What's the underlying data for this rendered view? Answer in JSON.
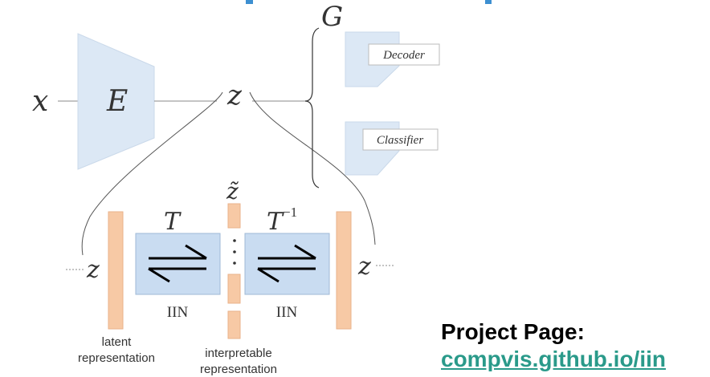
{
  "symbols": {
    "x": "x",
    "E": "E",
    "z_top": "z",
    "G": "G",
    "z_tilde": "z̃",
    "T": "T",
    "T_inv_base": "T",
    "T_inv_sup": "−1",
    "z_left": "z",
    "z_right": "z"
  },
  "labels": {
    "decoder": "Decoder",
    "classifier": "Classifier",
    "iin_left": "IIN",
    "iin_right": "IIN",
    "latent_line1": "latent",
    "latent_line2": "representation",
    "interp_line1": "interpretable",
    "interp_line2": "representation"
  },
  "project": {
    "title": "Project Page:",
    "link": "compvis.github.io/iin"
  },
  "colors": {
    "block_blue": "#dce8f5",
    "block_border": "#a9c1dc",
    "iin_blue": "#c9dcf1",
    "rep_orange": "#f7c9a5",
    "rep_border": "#e0a77f",
    "title_blue": "#3d8fd1",
    "link_teal": "#2a9a8a",
    "line_gray": "#888888"
  }
}
